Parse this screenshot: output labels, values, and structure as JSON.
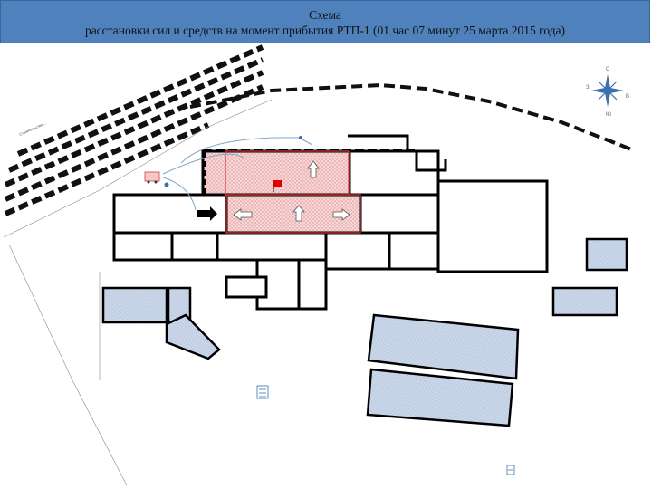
{
  "title": {
    "line1": "Схема",
    "line2": "расстановки сил и средств на момент прибытия РТП-1 (01 час 07 минут 25 марта 2015 года)"
  },
  "compass": {
    "n": "С",
    "s": "Ю",
    "e": "В",
    "w": "З"
  },
  "road_label": "Строительство ...",
  "colors": {
    "header": "#4f81bd",
    "wall": "#000000",
    "fire_zone": "#f2c9c9",
    "fire_zone_border": "#d43b3b",
    "other_building": "#c7d3e6",
    "flag": "#e00000",
    "water_line": "#7fa6c8",
    "hatch": "#222222"
  },
  "icons": [
    "compass-rose-icon",
    "flag-icon",
    "fire-truck-icon",
    "water-supply-icon",
    "hydrant-icon",
    "nozzle-icon"
  ]
}
